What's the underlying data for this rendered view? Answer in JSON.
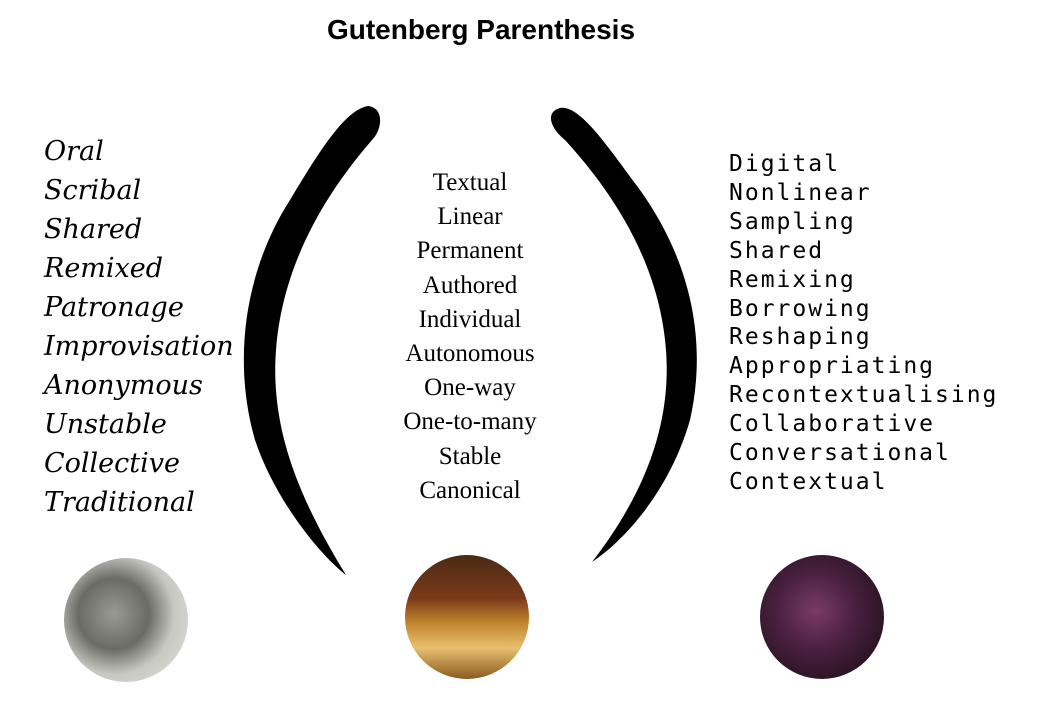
{
  "title": "Gutenberg Parenthesis",
  "left_column": [
    "Oral",
    "Scribal",
    "Shared",
    "Remixed",
    "Patronage",
    "Improvisation",
    "Anonymous",
    "Unstable",
    "Collective",
    "Traditional"
  ],
  "middle_column": [
    "Textual",
    "Linear",
    "Permanent",
    "Authored",
    "Individual",
    "Autonomous",
    "One-way",
    "One-to-many",
    "Stable",
    "Canonical"
  ],
  "right_column": [
    "Digital",
    "Nonlinear",
    "Sampling",
    "Shared",
    "Remixing",
    "Borrowing",
    "Reshaping",
    "Appropriating",
    "Recontextualising",
    "Collaborative",
    "Conversational",
    "Contextual"
  ],
  "images": [
    "oral-crowd-photo",
    "books-library-photo",
    "digital-code-photo"
  ]
}
